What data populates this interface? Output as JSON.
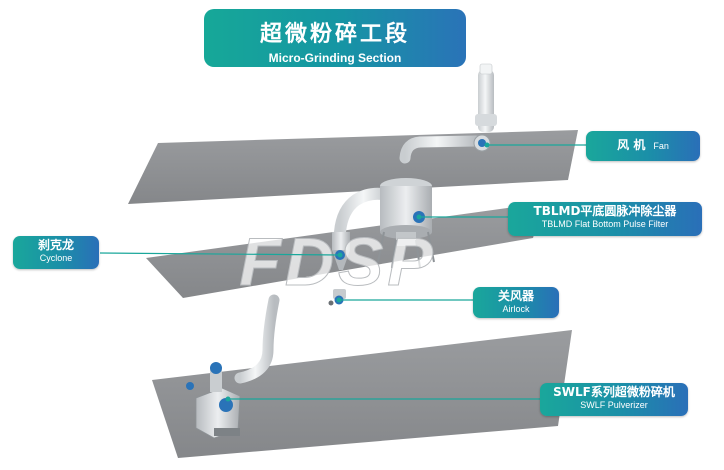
{
  "title": {
    "cn": "超微粉碎工段",
    "en": "Micro-Grinding Section"
  },
  "watermark": "FDSP",
  "labels": {
    "fan": {
      "cn": "风 机",
      "en": "Fan"
    },
    "filter": {
      "cn": "TBLMD平底圆脉冲除尘器",
      "en": "TBLMD Flat Bottom Pulse Filter"
    },
    "cyclone": {
      "cn": "刹克龙",
      "en": "Cyclone"
    },
    "airlock": {
      "cn": "关风器",
      "en": "Airlock"
    },
    "pulverizer": {
      "cn": "SWLF系列超微粉碎机",
      "en": "SWLF Pulverizer"
    }
  },
  "colors": {
    "accent_start": "#1aa79b",
    "accent_end": "#2a6fb8",
    "floor": "#8f9194",
    "pipe": "#e3e6e8",
    "leader": "#1aa79b"
  }
}
